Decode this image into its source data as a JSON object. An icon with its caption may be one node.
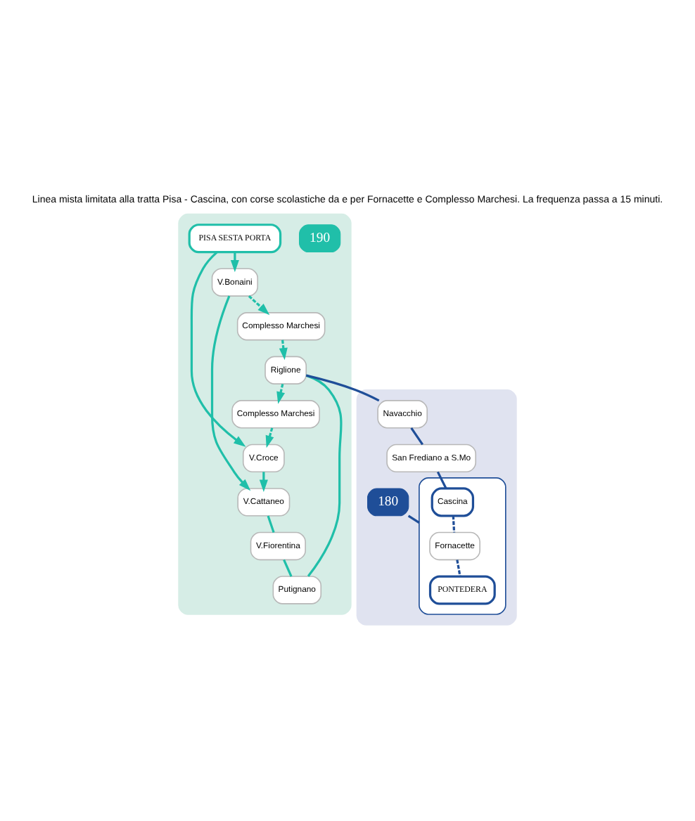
{
  "diagram": {
    "title": "Linea mista limitata alla tratta Pisa - Cascina, con corse scolastiche da e per Fornacette e Complesso Marchesi. La frequenza passa a 15 minuti.",
    "nodes": [
      {
        "text": [],
        "shape": "box"
      },
      {
        "text": [
          "190"
        ],
        "in": 0
      },
      {
        "text": [
          "PISA SESTA PORTA"
        ],
        "in": 0
      },
      {
        "text": [
          "V.Bonaini"
        ],
        "in": 0
      },
      {
        "text": [
          "V.Croce"
        ],
        "in": 0
      },
      {
        "text": [
          "Complesso Marchesi"
        ],
        "in": 0
      },
      {
        "text": [
          "V.Cattaneo"
        ],
        "in": 0
      },
      {
        "text": [
          "V.Fiorentina"
        ],
        "in": 0
      },
      {
        "text": [
          "Complesso Marchesi"
        ],
        "in": 0
      },
      {
        "text": [
          "Putignano"
        ],
        "in": 0
      },
      {
        "text": [
          "Riglione"
        ],
        "in": 0
      },
      {
        "text": [],
        "shape": "box"
      },
      {
        "text": [
          "Navacchio"
        ],
        "in": 11
      },
      {
        "text": [
          "San Frediano a S.Mo"
        ],
        "in": 11
      },
      {
        "text": [],
        "shape": "box",
        "in": 11
      },
      {
        "text": [
          "180"
        ],
        "in": 11
      },
      {
        "text": [
          "Cascina"
        ],
        "in": 14
      },
      {
        "text": [
          "Fornacette"
        ],
        "in": 14
      },
      {
        "text": [
          "PONTEDERA"
        ],
        "in": 14
      }
    ],
    "edges": [
      {
        "from": 2,
        "to": 3,
        "arrow": "to"
      },
      {
        "from": 2,
        "to": 4,
        "arrow": "to"
      },
      {
        "from": 3,
        "to": 6,
        "arrow": "to"
      },
      {
        "from": 4,
        "to": 6,
        "arrow": "to"
      },
      {
        "from": 3,
        "to": 5,
        "arrow": "to",
        "style": "dashed"
      },
      {
        "from": 5,
        "to": 10,
        "arrow": "to",
        "style": "dashed"
      },
      {
        "from": 10,
        "to": 8,
        "arrow": "to",
        "style": "dashed"
      },
      {
        "from": 8,
        "to": 4,
        "arrow": "to",
        "style": "dashed"
      },
      {
        "from": 6,
        "to": 7,
        "arrow": "none"
      },
      {
        "from": 7,
        "to": 9,
        "arrow": "none"
      },
      {
        "from": 9,
        "to": 10,
        "arrow": "none"
      },
      {
        "from": 10,
        "to": 12,
        "arrow": "none",
        "color": "#1f4e98"
      },
      {
        "from": 12,
        "to": 13,
        "arrow": "none",
        "color": "#1f4e98"
      },
      {
        "from": 13,
        "to": 16,
        "arrow": "none",
        "color": "#1f4e98"
      },
      {
        "from": 16,
        "to": 17,
        "arrow": "none",
        "style": "dashed",
        "color": "#1f4e98"
      },
      {
        "from": 17,
        "to": 18,
        "arrow": "none",
        "style": "dashed",
        "color": "#1f4e98"
      },
      {
        "from": 15,
        "to": 14,
        "arrow": "none",
        "color": "#1f4e98"
      }
    ]
  }
}
